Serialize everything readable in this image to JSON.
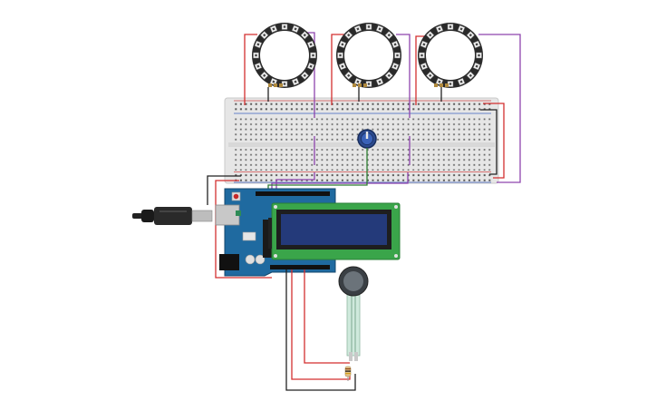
{
  "canvas": {
    "background": "#ffffff"
  },
  "colors": {
    "wire_red": "#d32f2f",
    "wire_purple": "#8e44ad",
    "wire_black": "#222222",
    "wire_yellow": "#e0b000",
    "wire_green": "#2e7d32",
    "breadboard": "#e8e8e8",
    "arduino_blue": "#1f5f8b",
    "lcd_green": "#3aa54a",
    "lcd_screen": "#243a7a",
    "ring_dark": "#2a2a2a",
    "pot_blue": "#2b4a8f"
  },
  "components": {
    "neopixel_rings": [
      "neopixel-ring-1",
      "neopixel-ring-2",
      "neopixel-ring-3"
    ],
    "breadboard": "breadboard",
    "potentiometer": "potentiometer",
    "arduino": "arduino-uno",
    "usb_cable": "usb-cable",
    "lcd": "lcd-16x2",
    "force_sensor": "force-sensor",
    "resistor": "resistor"
  }
}
